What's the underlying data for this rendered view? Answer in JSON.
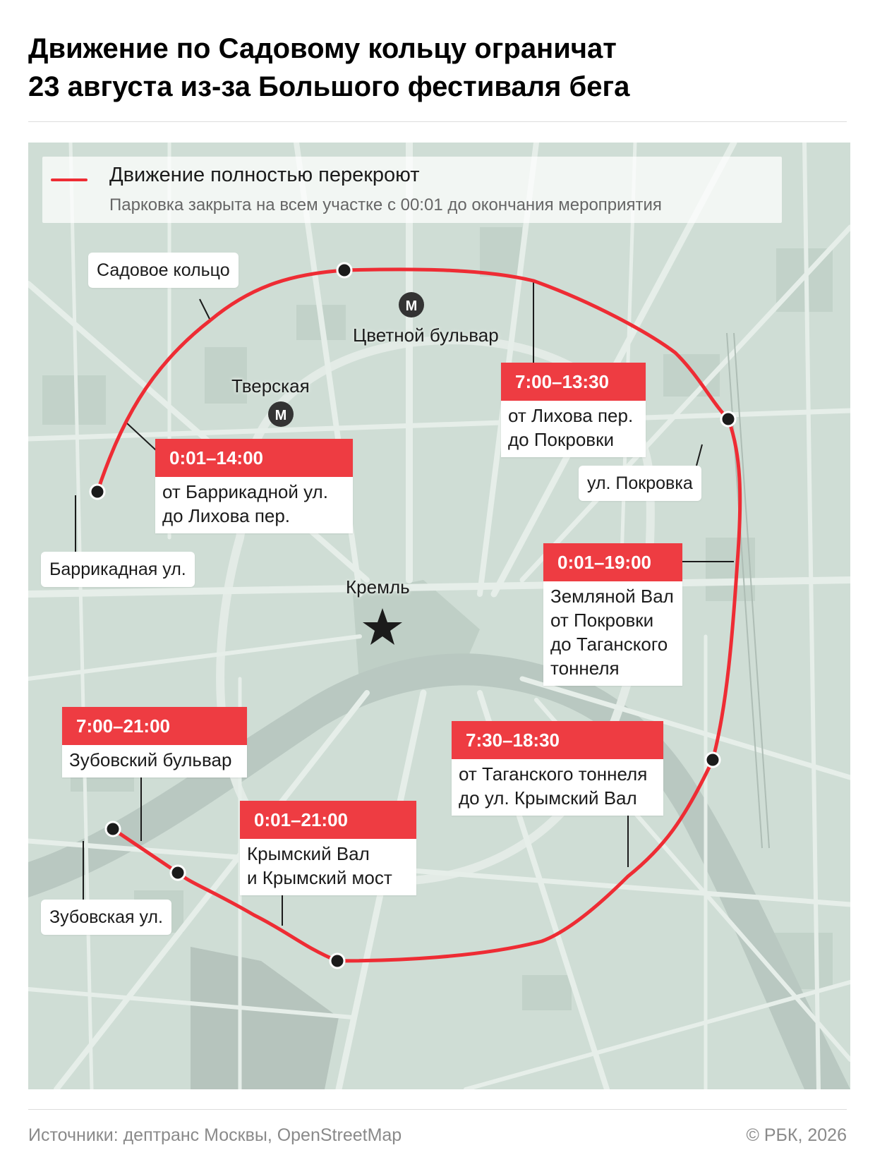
{
  "title": "Движение по Садовому кольцу ограничат\n23 августа из-за Большого фестиваля бега",
  "legend": {
    "main": "Движение полностью перекроют",
    "sub": "Парковка закрыта на всем участке с 00:01 до окончания мероприятия",
    "line_color": "#ee2c34"
  },
  "colors": {
    "route": "#ee2c34",
    "map_background": "#cfddd5",
    "roads": "#e6eee9",
    "buildings": "#bfcfc6",
    "river": "#b9c8c1",
    "time_badge": "#ee3c42"
  },
  "map_labels": {
    "sadovoe": "Садовое кольцо",
    "barrikadnaya": "Баррикадная ул.",
    "zubovskaya": "Зубовская ул.",
    "pokrovka": "ул. Покровка",
    "tverskaya": "Тверская",
    "tsvetnoy": "Цветной бульвар",
    "kreml": "Кремль",
    "metro_symbol": "М"
  },
  "icons": {
    "metro": "metro-circle-icon",
    "kremlin": "star-icon",
    "point": "route-point-icon"
  },
  "segments": [
    {
      "time": "0:01–14:00",
      "desc": "от Баррикадной ул.\nдо Лихова пер."
    },
    {
      "time": "7:00–13:30",
      "desc": "от Лихова пер.\nдо Покровки"
    },
    {
      "time": "0:01–19:00",
      "desc": "Земляной Вал\nот Покровки\nдо Таганского\nтоннеля"
    },
    {
      "time": "7:30–18:30",
      "desc": "от Таганского тоннеля\nдо ул. Крымский Вал"
    },
    {
      "time": "0:01–21:00",
      "desc": "Крымский Вал\nи Крымский мост"
    },
    {
      "time": "7:00–21:00",
      "desc": "Зубовский бульвар"
    }
  ],
  "footer": {
    "sources": "Источники: дептранс Москвы, OpenStreetMap",
    "copyright": "© РБК, 2026"
  }
}
